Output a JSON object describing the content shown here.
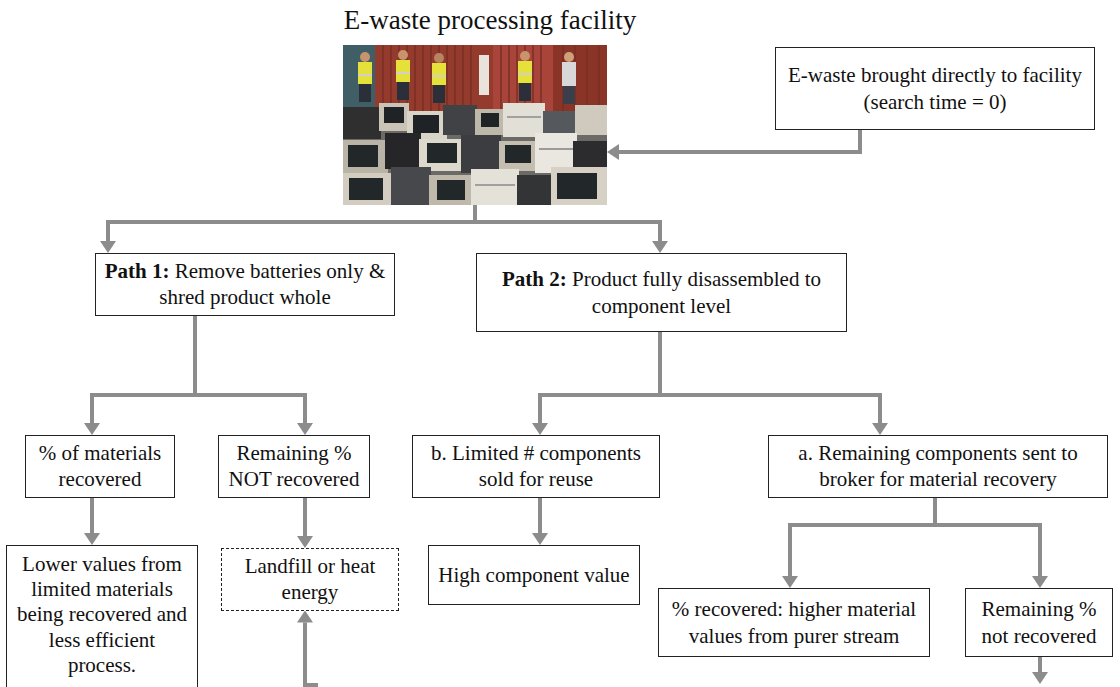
{
  "diagram": {
    "nodes": [
      {
        "text": [
          "E-waste processing facility"
        ]
      },
      {
        "text": [
          "E-waste brought directly to facility (search time = 0)"
        ]
      },
      {
        "text": [
          "Path 1:",
          "Remove batteries only & shred product whole"
        ]
      },
      {
        "text": [
          "Path 2:",
          "Product fully disassembled to component level"
        ]
      },
      {
        "text": [
          "% of materials recovered"
        ]
      },
      {
        "text": [
          "Remaining % NOT recovered"
        ]
      },
      {
        "text": [
          "b. Limited # components sold for reuse"
        ]
      },
      {
        "text": [
          "a. Remaining components sent to broker for material recovery"
        ]
      },
      {
        "text": [
          "Lower values from limited materials being recovered and less efficient process."
        ]
      },
      {
        "text": [
          "Landfill or heat energy"
        ]
      },
      {
        "text": [
          "High component value"
        ]
      },
      {
        "text": [
          "% recovered: higher material values from purer stream"
        ]
      },
      {
        "text": [
          "Remaining % not recovered"
        ]
      }
    ],
    "edges": [
      {
        "from": 1,
        "to": 0,
        "arrow": "to"
      },
      {
        "from": 0,
        "to": 2,
        "arrow": "to"
      },
      {
        "from": 0,
        "to": 3,
        "arrow": "to"
      },
      {
        "from": 2,
        "to": 4,
        "arrow": "to"
      },
      {
        "from": 2,
        "to": 5,
        "arrow": "to"
      },
      {
        "from": 3,
        "to": 6,
        "arrow": "to"
      },
      {
        "from": 3,
        "to": 7,
        "arrow": "to"
      },
      {
        "from": 4,
        "to": 8,
        "arrow": "to"
      },
      {
        "from": 5,
        "to": 9,
        "arrow": "to"
      },
      {
        "from": 6,
        "to": 10,
        "arrow": "to"
      },
      {
        "from": 7,
        "to": 11,
        "arrow": "to"
      },
      {
        "from": 7,
        "to": 12,
        "arrow": "to"
      }
    ]
  }
}
